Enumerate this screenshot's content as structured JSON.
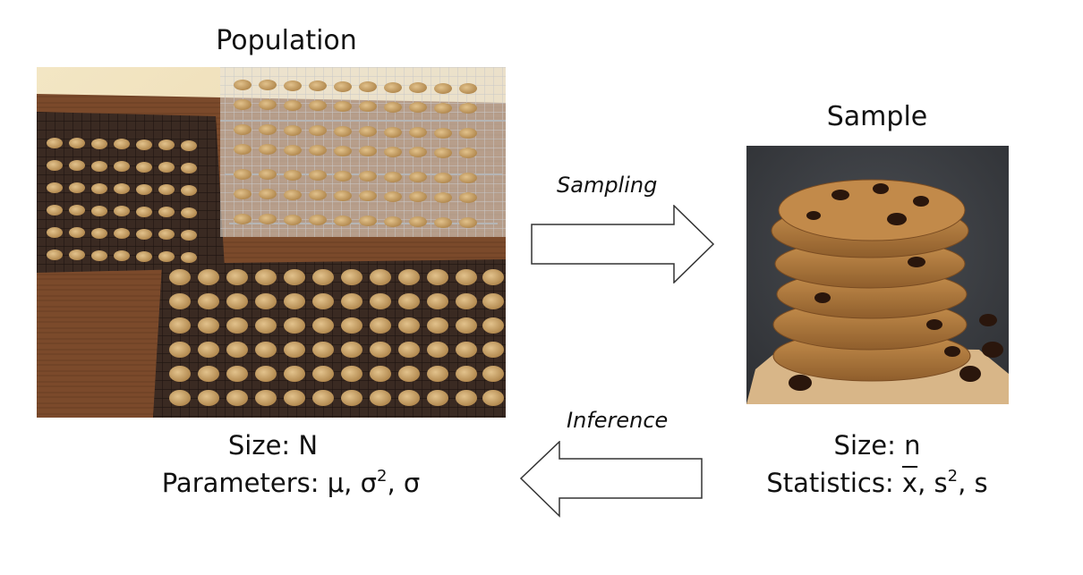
{
  "population": {
    "title": "Population",
    "size_label": "Size: N",
    "params_prefix": "Parameters: μ, σ",
    "params_sup": "2",
    "params_suffix": ", σ"
  },
  "sample": {
    "title": "Sample",
    "size_label": "Size: n",
    "stats_prefix": "Statistics: ",
    "stats_xbar": "x",
    "stats_mid": ", s",
    "stats_sup": "2",
    "stats_suffix": ", s"
  },
  "arrows": {
    "sampling": "Sampling",
    "inference": "Inference"
  },
  "colors": {
    "wood": "#7a4a2a",
    "cookie": "#c9a36a",
    "rack": "#2b1d16",
    "sample_bg": "#3a3d42",
    "parchment": "#d9b88a"
  }
}
